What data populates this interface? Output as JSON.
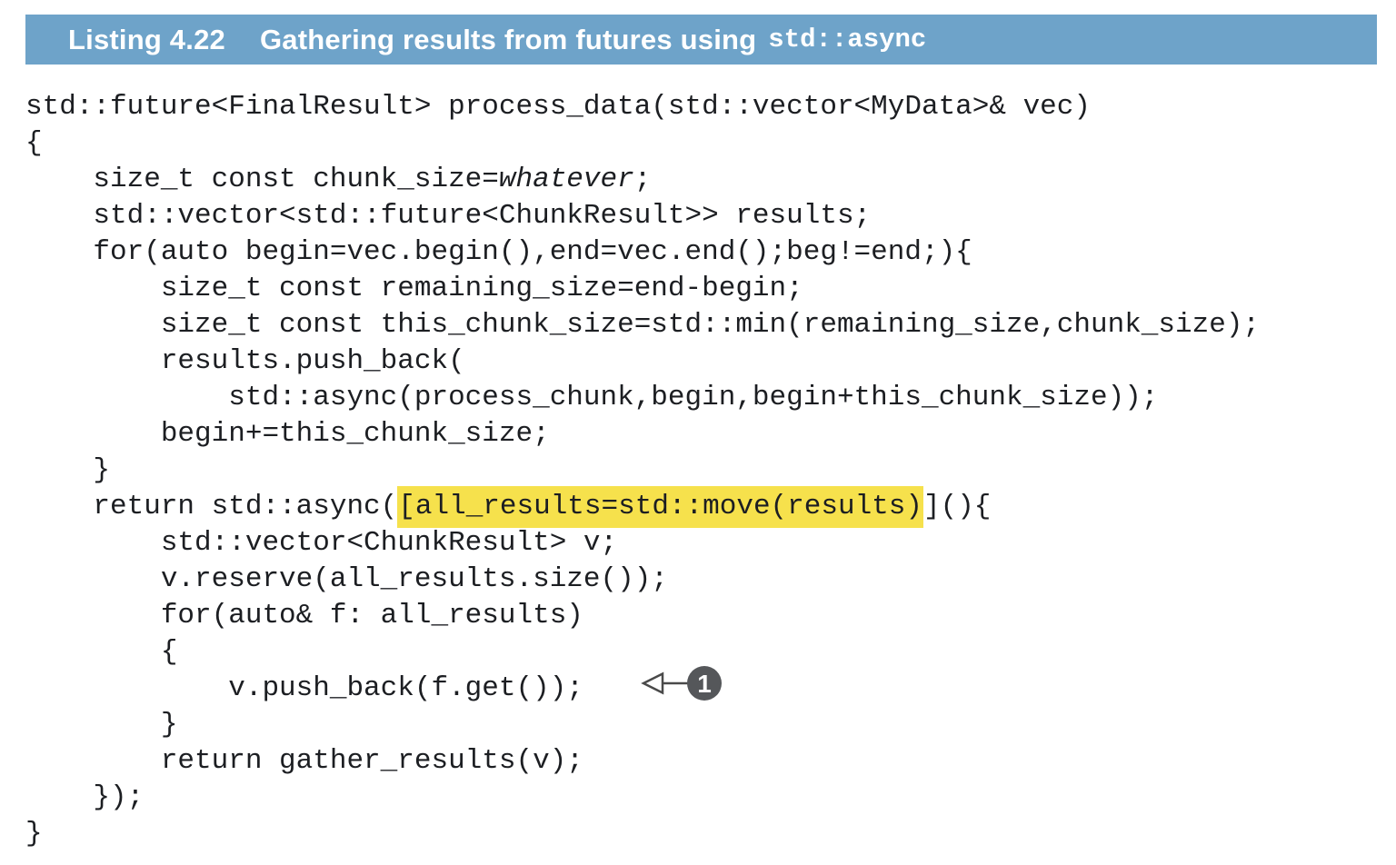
{
  "listing": {
    "label": "Listing 4.22",
    "title_text": "Gathering results from futures using",
    "title_code": "std::async"
  },
  "colors": {
    "header_bg": "#6ea3c9",
    "header_text": "#ffffff",
    "code_text": "#1c1e22",
    "highlight": "#f6e14c",
    "callout_bg": "#55575a",
    "callout_text": "#ffffff",
    "page_bg": "#ffffff"
  },
  "callout": {
    "number": "1"
  },
  "code": {
    "lines": [
      {
        "segments": [
          {
            "t": "std::future<FinalResult> process_data(std::vector<MyData>& vec)"
          }
        ]
      },
      {
        "segments": [
          {
            "t": "{"
          }
        ]
      },
      {
        "segments": [
          {
            "t": "    size_t const chunk_size="
          },
          {
            "t": "whatever",
            "i": true
          },
          {
            "t": ";"
          }
        ]
      },
      {
        "segments": [
          {
            "t": "    std::vector<std::future<ChunkResult>> results;"
          }
        ]
      },
      {
        "segments": [
          {
            "t": "    for(auto begin=vec.begin(),end=vec.end();beg!=end;){"
          }
        ]
      },
      {
        "segments": [
          {
            "t": "        size_t const remaining_size=end-begin;"
          }
        ]
      },
      {
        "segments": [
          {
            "t": "        size_t const this_chunk_size=std::min(remaining_size,chunk_size);"
          }
        ]
      },
      {
        "segments": [
          {
            "t": "        results.push_back("
          }
        ]
      },
      {
        "segments": [
          {
            "t": "            std::async(process_chunk,begin,begin+this_chunk_size));"
          }
        ]
      },
      {
        "segments": [
          {
            "t": "        begin+=this_chunk_size;"
          }
        ]
      },
      {
        "segments": [
          {
            "t": "    }"
          }
        ]
      },
      {
        "segments": [
          {
            "t": "    return std::async("
          },
          {
            "t": "[all_results=std::move(results)",
            "h": true
          },
          {
            "t": "](){"
          }
        ]
      },
      {
        "segments": [
          {
            "t": "        std::vector<ChunkResult> v;"
          }
        ]
      },
      {
        "segments": [
          {
            "t": "        v.reserve(all_results.size());"
          }
        ]
      },
      {
        "segments": [
          {
            "t": "        for(auto& f: all_results)"
          }
        ]
      },
      {
        "segments": [
          {
            "t": "        {"
          }
        ]
      },
      {
        "segments": [
          {
            "t": "            v.push_back(f.get());"
          }
        ],
        "callout": "1"
      },
      {
        "segments": [
          {
            "t": "        }"
          }
        ]
      },
      {
        "segments": [
          {
            "t": "        return gather_results(v);"
          }
        ]
      },
      {
        "segments": [
          {
            "t": "    });"
          }
        ]
      },
      {
        "segments": [
          {
            "t": "}"
          }
        ]
      }
    ]
  }
}
